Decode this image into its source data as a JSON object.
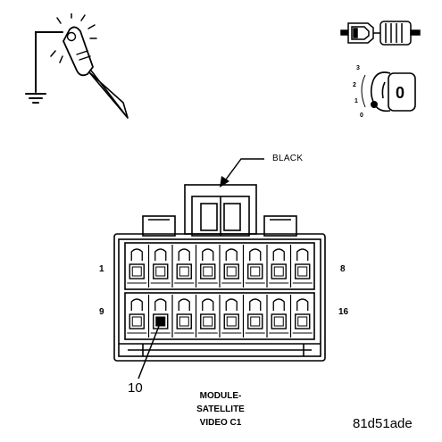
{
  "icons": {
    "probe": "test-probe-ground-icon",
    "connector": "disconnected-connector-icon",
    "ignition": "ignition-key-off-icon"
  },
  "ignition": {
    "positions": [
      "3",
      "2",
      "1",
      "0"
    ],
    "key_label": "0"
  },
  "connector": {
    "color_label": "BLACK",
    "pin_labels": {
      "top_left": "1",
      "top_right": "8",
      "bottom_left": "9",
      "bottom_right": "16"
    },
    "callout": "10",
    "title_lines": [
      "MODULE-",
      "SATELLITE",
      "VIDEO C1"
    ]
  },
  "figure_id": "81d51ade"
}
